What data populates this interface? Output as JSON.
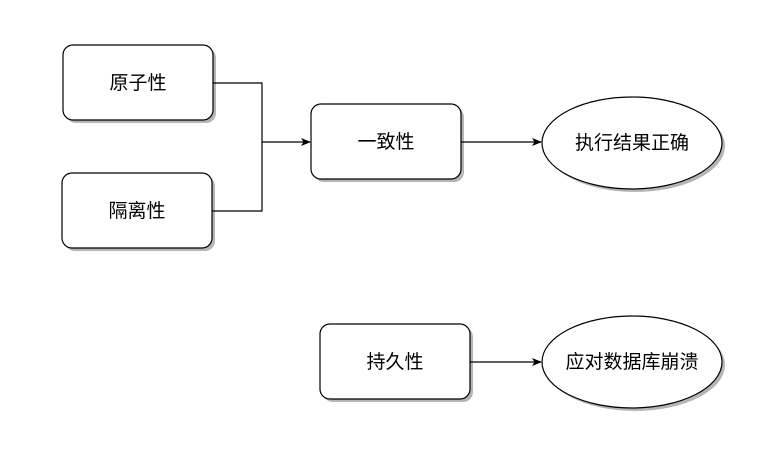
{
  "nodes": {
    "atomicity": {
      "label": "原子性"
    },
    "isolation": {
      "label": "隔离性"
    },
    "consistency": {
      "label": "一致性"
    },
    "correct_result": {
      "label": "执行结果正确"
    },
    "durability": {
      "label": "持久性"
    },
    "db_crash": {
      "label": "应对数据库崩溃"
    }
  },
  "colors": {
    "stroke": "#000000",
    "fill": "#ffffff",
    "shadow": "#aaaaaa"
  }
}
